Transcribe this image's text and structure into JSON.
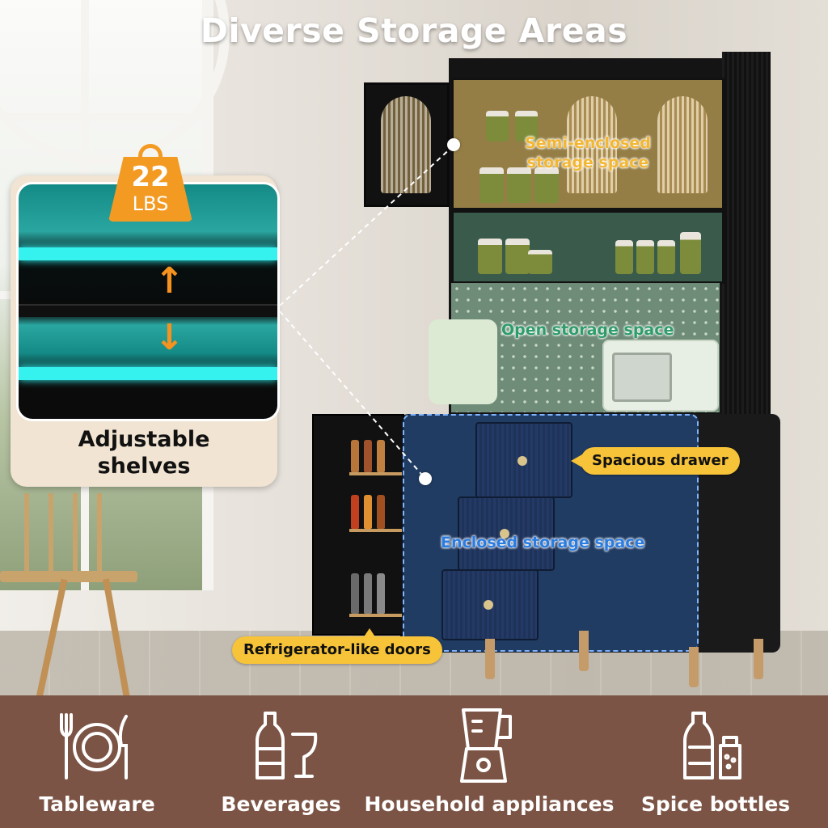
{
  "title": "Diverse Storage Areas",
  "weight_badge": {
    "value": "22",
    "unit": "LBS"
  },
  "shelf_card": {
    "caption_line1": "Adjustable",
    "caption_line2": "shelves"
  },
  "callouts": {
    "semi_enclosed_line1": "Semi-enclosed",
    "semi_enclosed_line2": "storage space",
    "open": "Open storage space",
    "spacious_drawer": "Spacious drawer",
    "enclosed": "Enclosed storage space",
    "fridge_doors": "Refrigerator-like doors"
  },
  "features": [
    {
      "label": "Tableware",
      "icon": "tableware-icon"
    },
    {
      "label": "Beverages",
      "icon": "beverages-icon"
    },
    {
      "label": "Household appliances",
      "icon": "blender-icon"
    },
    {
      "label": "Spice bottles",
      "icon": "spice-bottles-icon"
    }
  ],
  "colors": {
    "title": "#ffffff",
    "badge": "#f39a23",
    "pill": "#f7c338",
    "semi_label": "#f2b632",
    "open_label": "#2f9c6a",
    "enclosed_label": "#2a7ce0",
    "footer": "#7c5445"
  }
}
